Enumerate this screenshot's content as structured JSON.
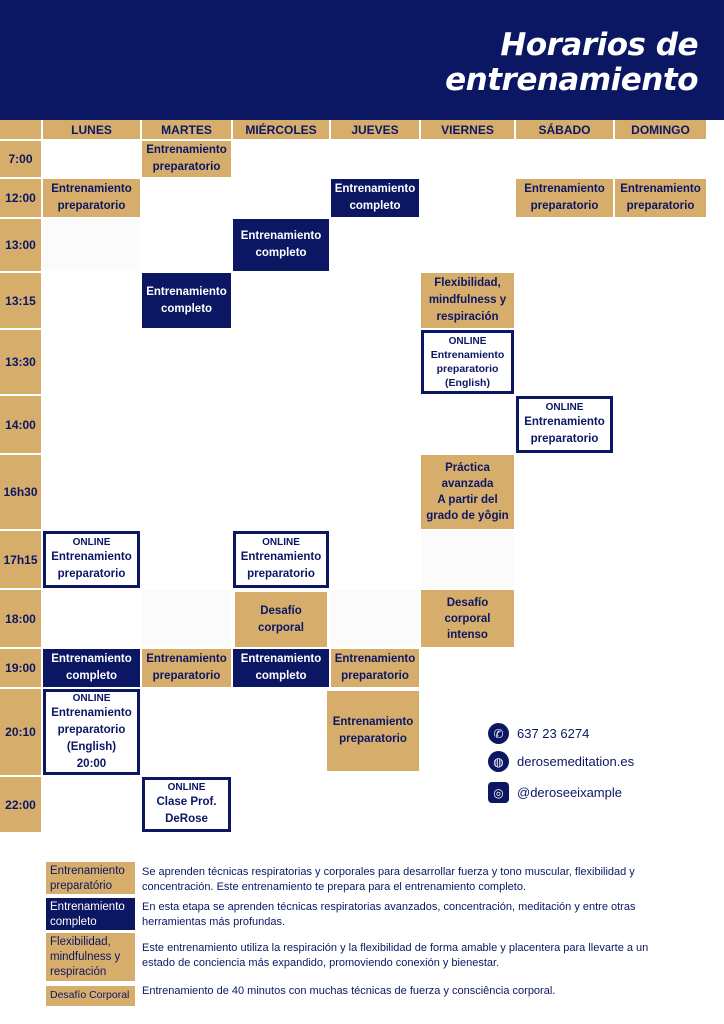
{
  "title": {
    "line1": "Horarios de",
    "line2": "entrenamiento"
  },
  "days": [
    "LUNES",
    "MARTES",
    "MIÉRCOLES",
    "JUEVES",
    "VIERNES",
    "SÁBADO",
    "DOMINGO"
  ],
  "times": [
    "7:00",
    "12:00",
    "13:00",
    "13:15",
    "13:30",
    "14:00",
    "16h30",
    "17h15",
    "18:00",
    "19:00",
    "20:10",
    "22:00"
  ],
  "cells": {
    "mar_700": [
      "Entrenamiento",
      "preparatorio"
    ],
    "lun_1200": [
      "Entrenamiento",
      "preparatorio"
    ],
    "jue_1200": [
      "Entrenamiento",
      "completo"
    ],
    "sab_1200": [
      "Entrenamiento",
      "preparatorio"
    ],
    "dom_1200": [
      "Entrenamiento",
      "preparatorio"
    ],
    "mie_1300": [
      "Entrenamiento",
      "completo"
    ],
    "mar_1315": [
      "Entrenamiento",
      "completo"
    ],
    "vie_1315": [
      "Flexibilidad,",
      "mindfulness y",
      "respiración"
    ],
    "vie_1330": [
      "ONLINE",
      "Entrenamiento",
      "preparatorio",
      "(English)"
    ],
    "sab_1400": [
      "ONLINE",
      "Entrenamiento",
      "preparatorio"
    ],
    "vie_1630": [
      "Práctica",
      "avanzada",
      "A partir del",
      "grado de yôgin"
    ],
    "lun_1715": [
      "ONLINE",
      "Entrenamiento",
      "preparatorio"
    ],
    "mie_1715": [
      "ONLINE",
      "Entrenamiento",
      "preparatorio"
    ],
    "mie_1800": [
      "Desafío",
      "corporal"
    ],
    "vie_1800": [
      "Desafío",
      "corporal",
      "intenso"
    ],
    "lun_1900": [
      "Entrenamiento",
      "completo"
    ],
    "mar_1900": [
      "Entrenamiento",
      "preparatorio"
    ],
    "mie_1900": [
      "Entrenamiento",
      "completo"
    ],
    "jue_1900": [
      "Entrenamiento",
      "preparatorio"
    ],
    "lun_2010": [
      "ONLINE",
      "Entrenamiento",
      "preparatorio",
      "(English)",
      "20:00"
    ],
    "jue_2010": [
      "Entrenamiento",
      "preparatorio"
    ],
    "mar_2200": [
      "ONLINE",
      "Clase Prof.",
      "DeRose"
    ]
  },
  "contact": {
    "phone": "637 23 6274",
    "web": "derosemeditation.es",
    "instagram": "@deroseeixample",
    "phone_icon": "phone-icon",
    "web_icon": "globe-icon",
    "instagram_icon": "instagram-icon"
  },
  "legend": [
    {
      "key": "Entrenamiento preparatório",
      "text": "Se aprenden técnicas respiratorias y corporales para desarrollar fuerza y tono muscular, flexibilidad y concentración. Este entrenamiento te prepara para el entrenamiento completo."
    },
    {
      "key": "Entrenamiento completo",
      "text": "En esta etapa se aprenden técnicas respiratorias avanzados, concentración, meditación y entre otras herramientas más profundas."
    },
    {
      "key": "Flexibilidad, mindfulness y respiración",
      "text": "Este entrenamiento utiliza la respiración y la flexibilidad de forma amable y placentera para llevarte a un estado de conciencia más expandido, promoviendo conexión y bienestar."
    },
    {
      "key": "Desafío Corporal",
      "text": "Entrenamiento de 40 minutos con muchas técnicas de fuerza y consciência corporal."
    }
  ],
  "colors": {
    "navy": "#0b1763",
    "gold": "#d7ad6b"
  }
}
